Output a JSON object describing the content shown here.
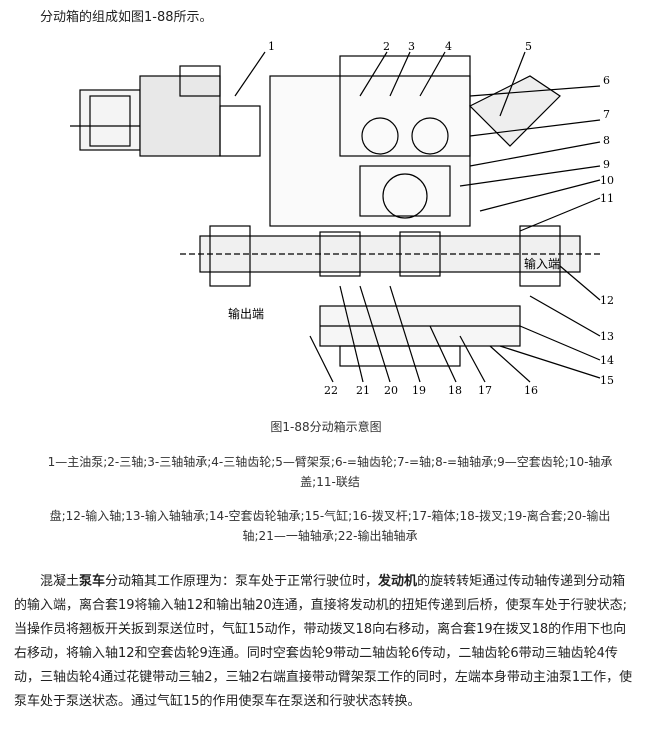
{
  "intro": "分动箱的组成如图1-88所示。",
  "figure": {
    "caption": "图1-88分动箱示意图",
    "part_numbers": [
      "1",
      "2",
      "3",
      "4",
      "5",
      "6",
      "7",
      "8",
      "9",
      "10",
      "11",
      "12",
      "13",
      "14",
      "15",
      "16",
      "17",
      "18",
      "19",
      "20",
      "21",
      "22"
    ],
    "label_input": "输入端",
    "label_output": "输出端"
  },
  "legend": {
    "line1": "1—主油泵;2-三轴;3-三轴轴承;4-三轴齿轮;5—臂架泵;6-=轴齿轮;7-=轴;8-=轴轴承;9—空套齿轮;10-轴承盖;11-联结",
    "line2": "盘;12-输入轴;13-输入轴轴承;14-空套齿轮轴承;15-气缸;16-拨叉杆;17-箱体;18-拨叉;19-离合套;20-输出轴;21—一轴轴承;22-输出轴轴承"
  },
  "body": {
    "p1_a": "混凝土",
    "p1_b": "泵车",
    "p1_c": "分动箱其工作原理为：泵车处于正常行驶位时，",
    "p1_d": "发动机",
    "p1_e": "的旋转转矩通过传动轴传递到分动箱的输入端，离合套19将输入轴12和输出轴20连通，直接将发动机的扭矩传递到后桥，使泵车处于行驶状态;当操作员将翘板开关扳到泵送位时，气缸15动作，带动拨叉18向右移动，离合套19在拨叉18的作用下也向右移动，将输入轴12和空套齿轮9连通。同时空套齿轮9带动二轴齿轮6传动，二轴齿轮6带动三轴齿轮4传动，三轴齿轮4通过花键带动三轴2，三轴2右端直接带动臂架泵工作的同时，左端本身带动主油泵1工作，使泵车处于泵送状态。通过气缸15的作用使泵车在泵送和行驶状态转换。"
  }
}
